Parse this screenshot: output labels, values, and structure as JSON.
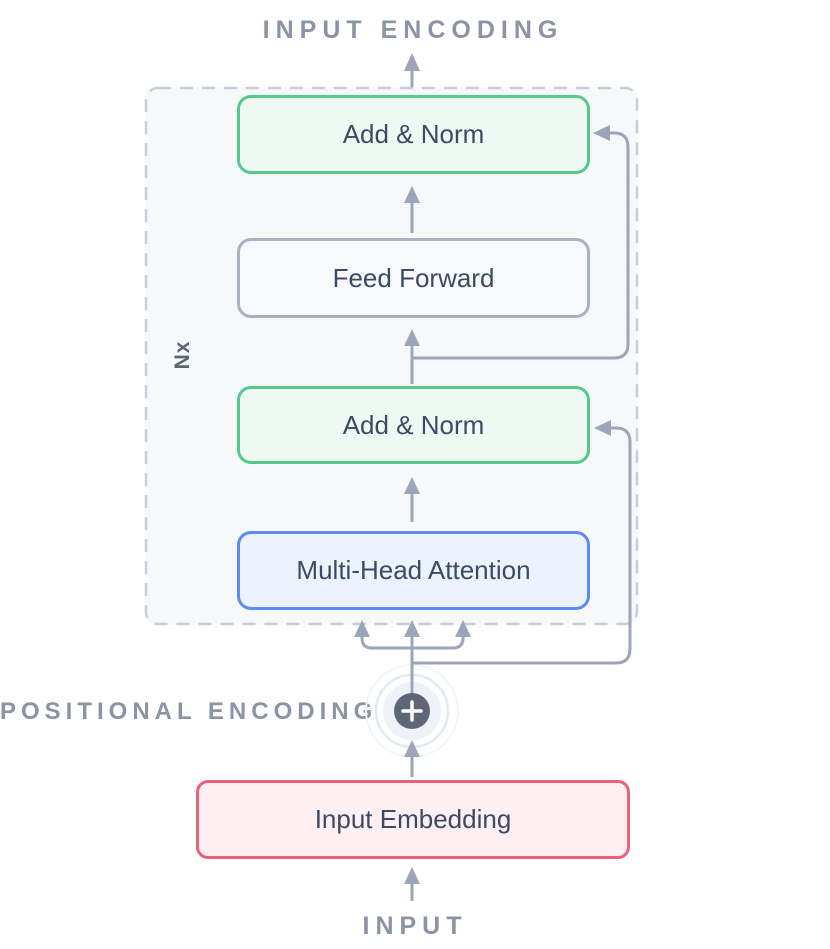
{
  "diagram": {
    "title": "INPUT ENCODING",
    "bottom_label": "INPUT",
    "positional_label": "POSITIONAL ENCODING",
    "repeat_label": "Nx",
    "plus_symbol": "+",
    "blocks": {
      "add_norm_1": "Add & Norm",
      "feed_forward": "Feed Forward",
      "add_norm_2": "Add & Norm",
      "multi_head_attention": "Multi-Head Attention",
      "input_embedding": "Input Embedding"
    },
    "colors": {
      "add_norm_border": "#55c88b",
      "add_norm_fill": "#edf9f2",
      "feed_forward_border": "#a9b1c4",
      "feed_forward_fill": "#f8f9fc",
      "attention_border": "#5b8cf4",
      "attention_fill": "#edf3fd",
      "embedding_border": "#ec607a",
      "embedding_fill": "#fdeff2",
      "container_fill": "#f6f8fa",
      "container_dash": "#c7ceda",
      "connector": "#9ca5b9",
      "caps_text": "#8b94a6",
      "block_text": "#3b4a66",
      "plus_circle": "#5e6678"
    }
  }
}
